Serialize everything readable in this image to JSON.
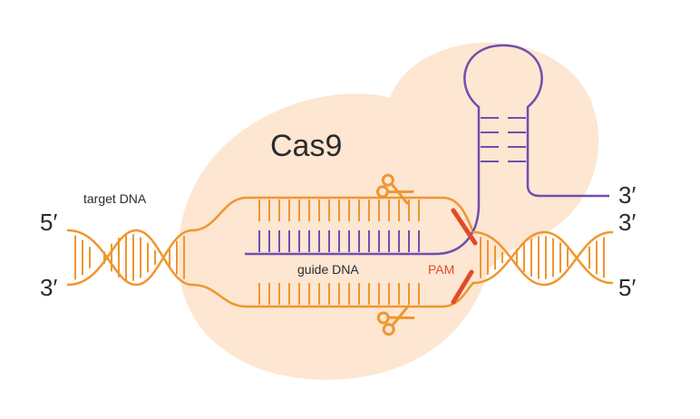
{
  "labels": {
    "protein": "Cas9",
    "target_dna": "target DNA",
    "guide_dna": "guide DNA",
    "pam": "PAM",
    "left_top_end": "5′",
    "left_bottom_end": "3′",
    "right_guide_end": "3′",
    "right_top_end": "3′",
    "right_bottom_end": "5′"
  },
  "icons": {
    "cut_sites": [
      "scissors-icon",
      "scissors-icon"
    ]
  },
  "colors": {
    "dna_strand": "#f0962e",
    "guide_rna": "#6e4fb0",
    "pam_mark": "#e24a2a",
    "cas9_blob": "#fde6d2",
    "text": "#2b2b2b"
  }
}
